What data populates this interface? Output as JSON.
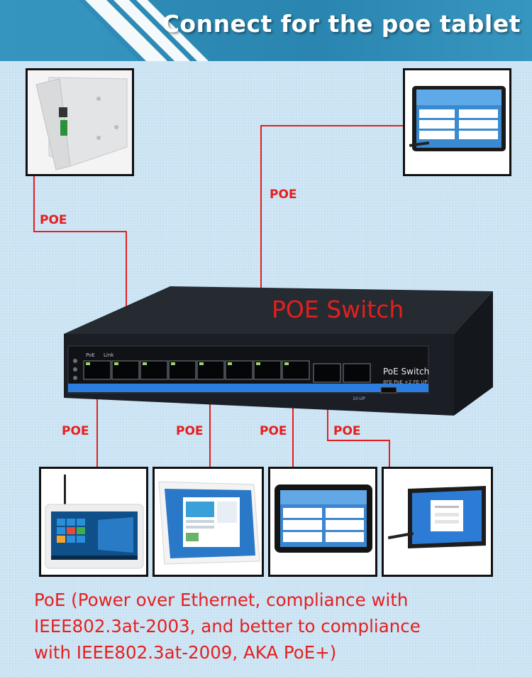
{
  "banner": {
    "title": "Connect for the poe tablet"
  },
  "switch": {
    "label": "POE Switch",
    "panel_brand": "PoE Switch",
    "panel_sub": "8FE PoE +2 FE UP",
    "port_poe": "PoE",
    "port_link": "Link",
    "uplink": "10-UP"
  },
  "connections": {
    "top_left": "POE",
    "top_right": "POE",
    "bottom": [
      "POE",
      "POE",
      "POE",
      "POE"
    ]
  },
  "colors": {
    "accent": "#e51f1f",
    "banner": "#2a86b0",
    "switch": "#1e2127",
    "led": "#2b7de0"
  },
  "devices": [
    {
      "name": "wall-mount-tablet-back",
      "icon": "tablet-back-icon"
    },
    {
      "name": "tablet-event-calendar-right",
      "icon": "tablet-icon"
    },
    {
      "name": "windows-tablet",
      "icon": "tablet-icon"
    },
    {
      "name": "white-tablet-web",
      "icon": "tablet-icon"
    },
    {
      "name": "tablet-event-calendar-bottom",
      "icon": "tablet-icon"
    },
    {
      "name": "tablet-login-screen",
      "icon": "tablet-icon"
    }
  ],
  "footer": {
    "lines": [
      "PoE (Power over Ethernet, compliance with",
      "IEEE802.3at-2003, and better to compliance",
      "with IEEE802.3at-2009, AKA PoE+)"
    ]
  }
}
